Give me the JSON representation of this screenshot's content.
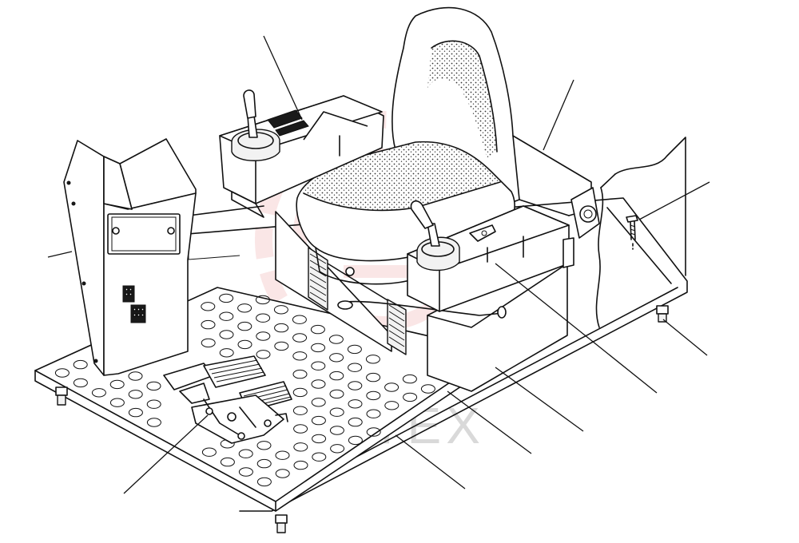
{
  "watermark": {
    "text": "UHTEX",
    "color": "#f2b8b8"
  },
  "figure": {
    "components": [
      "left-joystick-console",
      "right-joystick-console",
      "operator-seat",
      "control-tower",
      "foot-pedals",
      "perforated-floor-plate",
      "seat-base",
      "mounting-bolt",
      "leveling-foot"
    ],
    "callout_count": 11
  }
}
